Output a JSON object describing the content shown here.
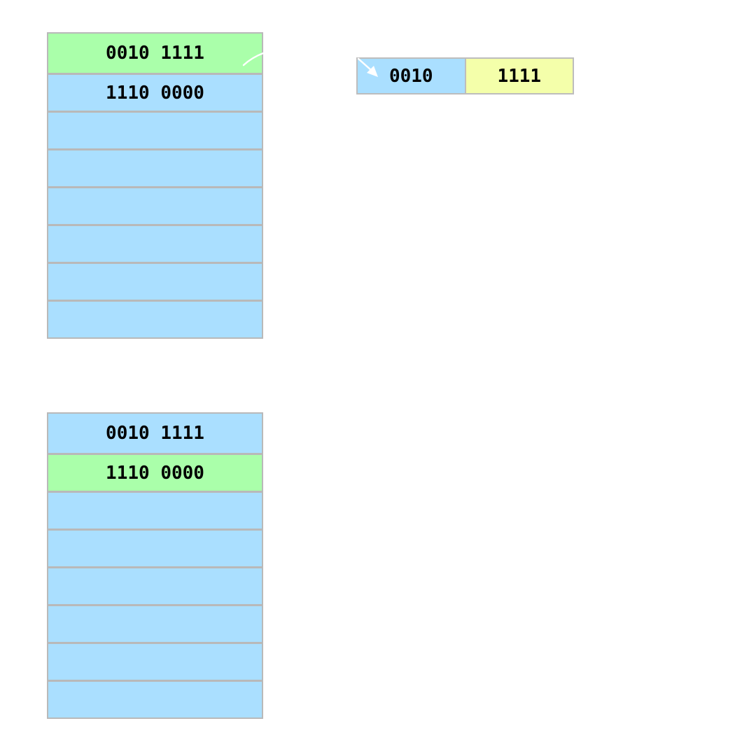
{
  "colors": {
    "cell_default": "#aadfff",
    "cell_highlight": "#aaffaa",
    "register_high": "#aadfff",
    "register_low": "#f4ffaa",
    "arrow": "#ffffff"
  },
  "memory_top": {
    "cells": [
      {
        "text": "0010 1111",
        "highlighted": true
      },
      {
        "text": "1110 0000",
        "highlighted": false
      },
      {
        "text": "",
        "highlighted": false
      },
      {
        "text": "",
        "highlighted": false
      },
      {
        "text": "",
        "highlighted": false
      },
      {
        "text": "",
        "highlighted": false
      },
      {
        "text": "",
        "highlighted": false
      },
      {
        "text": "",
        "highlighted": false
      }
    ]
  },
  "memory_bottom": {
    "cells": [
      {
        "text": "0010 1111",
        "highlighted": false
      },
      {
        "text": "1110 0000",
        "highlighted": true
      },
      {
        "text": "",
        "highlighted": false
      },
      {
        "text": "",
        "highlighted": false
      },
      {
        "text": "",
        "highlighted": false
      },
      {
        "text": "",
        "highlighted": false
      },
      {
        "text": "",
        "highlighted": false
      },
      {
        "text": "",
        "highlighted": false
      }
    ]
  },
  "register": {
    "high": "0010",
    "low": "1111"
  }
}
